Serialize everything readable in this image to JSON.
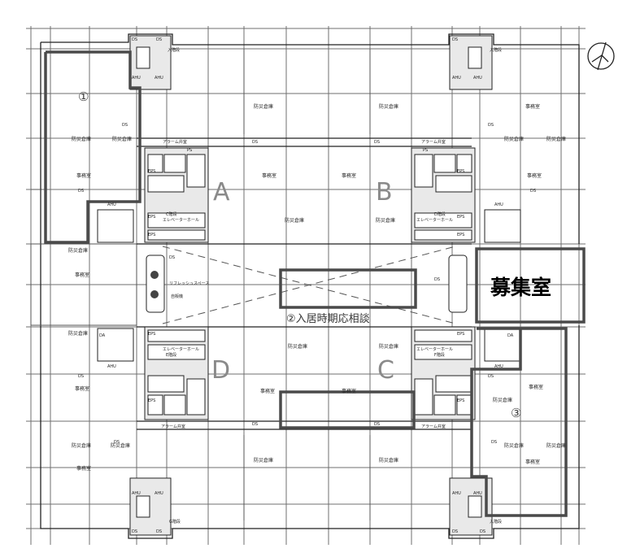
{
  "labels": {
    "office": "事務室",
    "disaster_prevention": "防災倉庫",
    "ds": "DS",
    "ahu": "AHU",
    "eps": "EPS",
    "ps": "PS",
    "da": "DA",
    "alarm_valve": "アラーム弁室",
    "elevator_hall": "エレベーターホール",
    "refresh_space": "リフレッシュスペース",
    "vending": "自販機",
    "stair_entry": "入階段",
    "stair_c": "C階段",
    "stair_d": "D階段",
    "stair_e": "E階段",
    "stair_f": "F階段",
    "stair_g": "G階段"
  },
  "zones": {
    "a": "A",
    "b": "B",
    "c": "C",
    "d": "D"
  },
  "markers": {
    "one": "①",
    "three": "③"
  },
  "callouts": {
    "recruitment_room": "募集室",
    "consultation": "②入居時期応相談"
  }
}
